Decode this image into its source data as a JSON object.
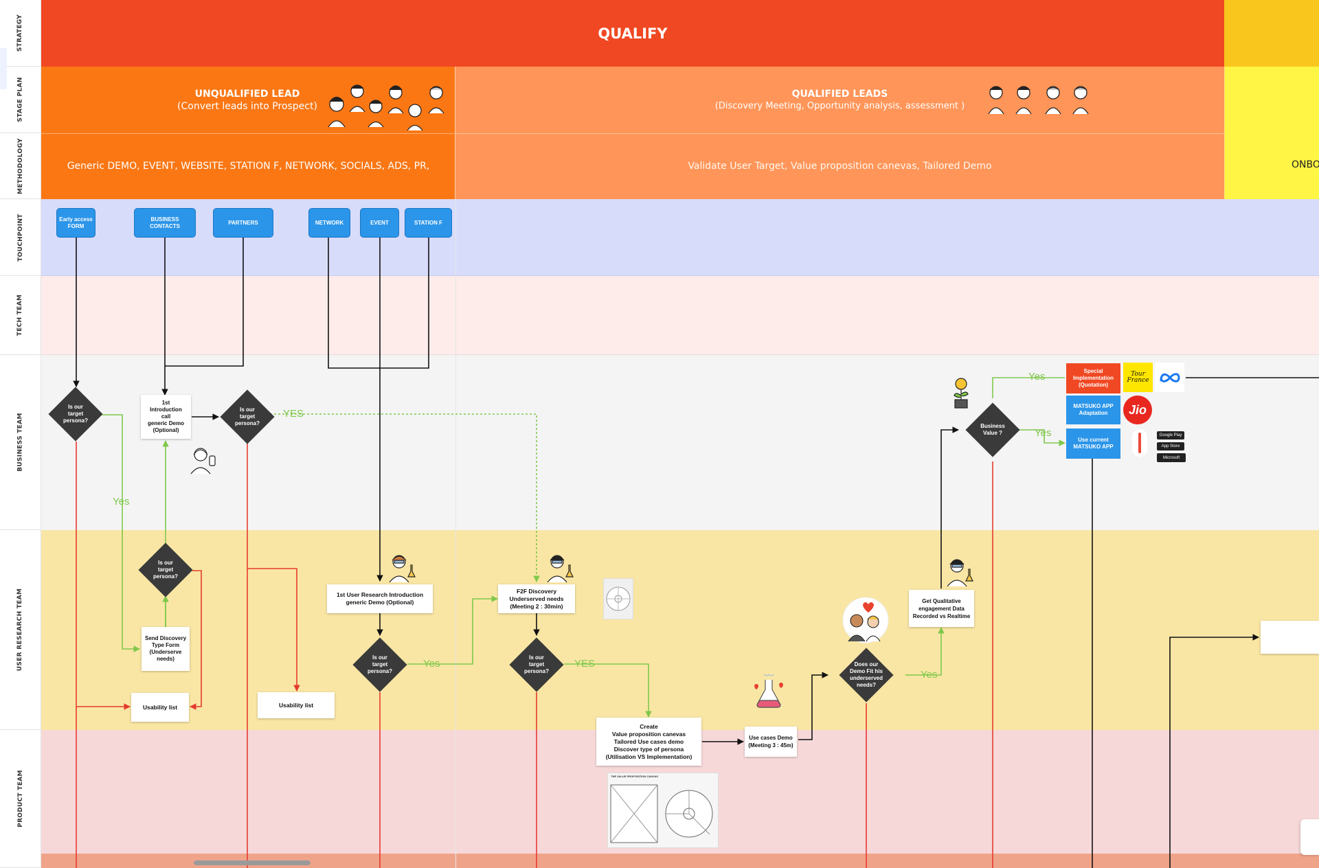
{
  "lanes": [
    "STRATEGY",
    "STAGE PLAN",
    "METHODOLOGY",
    "TOUCHPOINT",
    "TECH TEAM",
    "BUSINESS TEAM",
    "USER RESEARCH TEAM",
    "PRODUCT TEAM"
  ],
  "strategy": {
    "title": "QUALIFY"
  },
  "stage_plan": {
    "unqualified_title": "UNQUALIFIED LEAD",
    "unqualified_sub": "(Convert leads into Prospect)",
    "qualified_title": "QUALIFIED LEADS",
    "qualified_sub": "(Discovery Meeting, Opportunity analysis, assessment )"
  },
  "methodology": {
    "left": "Generic DEMO, EVENT, WEBSITE,  STATION F, NETWORK, SOCIALS, ADS, PR,",
    "right": "Validate User Target, Value proposition canevas, Tailored Demo",
    "far_right": "ONBO"
  },
  "touchpoints": {
    "early": "Early access FORM",
    "business": "BUSINESS CONTACTS",
    "partners": "PARTNERS",
    "network": "NETWORK",
    "event": "EVENT",
    "stationf": "STATION F"
  },
  "diamonds": {
    "d1": "Is our\ntarget\npersona?",
    "d2": "Is our\ntarget\npersona?",
    "d3": "Is our\ntarget\npersona?",
    "d4": "Is our\ntarget\npersona?",
    "d5": "Is our\ntarget\npersona?",
    "d6": "Business\nValue ?",
    "d7": "Does our\nDemo Fit his\nunderserved\nneeds?"
  },
  "boxes": {
    "intro": "1st\nIntroduction\ncall\ngeneric Demo\n(Optional)",
    "send_discovery": "Send  Discovery\nType Form\n(Underserve\nneeds)",
    "usability1": "Usability list",
    "usability2": "Usability list",
    "ur_intro": "1st User Research Introduction\ngeneric Demo (Optional)",
    "f2f": "F2F Discovery\nUnderserved needs\n(Meeting 2  : 30min)",
    "create": "Create\nValue proposition canevas\nTailored Use cases demo\nDiscover type of persona\n(Utilisation VS Implementation)",
    "usecases": "Use cases Demo\n(Meeting 3 : 45m)",
    "qualitative": "Get Qualitative\nengagement Data\nRecorded vs Realtime"
  },
  "options": {
    "special": "Special\nImplementation\n(Quotation)",
    "adaptation": "MATSUKO APP\nAdaptation",
    "current": "Use current\nMATSUKO APP"
  },
  "logos": {
    "tour": "Tour\nFrance",
    "jio": "Jio",
    "google_play": "Google Play",
    "app_store": "App Store",
    "microsoft": "Microsoft"
  },
  "canvas_title": "THE VALUE PROPOSITION CANVAS",
  "labels": {
    "yes_d1": "Yes",
    "yes_d2": "YES",
    "yes_d4": "Yes",
    "yes_d5": "YES",
    "yes_d7": "Yes",
    "yes_special": "Yes",
    "yes_current": "Yes"
  },
  "colors": {
    "strategy": "#f04823",
    "stage_unqualified": "#fa7714",
    "stage_qualified": "#ff9558",
    "touchpoint_bg": "#d8dcfb",
    "tech_bg": "#fdecea",
    "business_bg": "#f4f4f4",
    "research_bg": "#f9e6a4",
    "product_bg": "#f7d8d9",
    "yes_green": "#7fc84c",
    "no_red": "#e53a2f",
    "node_blue": "#2b95e9"
  }
}
